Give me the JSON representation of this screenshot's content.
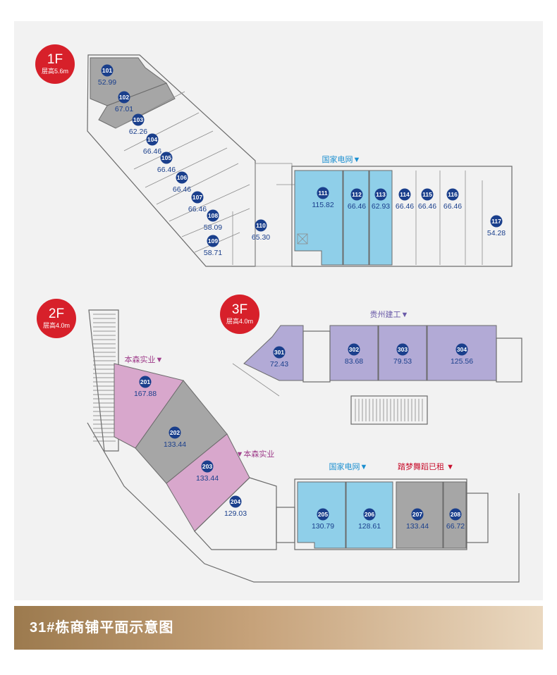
{
  "footer": {
    "title": "31#栋商铺平面示意图"
  },
  "floors": {
    "1F": {
      "label": "1F",
      "height": "层高5.6m"
    },
    "2F": {
      "label": "2F",
      "height": "层高4.0m"
    },
    "3F": {
      "label": "3F",
      "height": "层高4.0m"
    }
  },
  "tags": {
    "grid_1f": "国家电网▼",
    "grid_2f": "国家电网▼",
    "guizhou_3f": "贵州建工▼",
    "bensen_201": "本森实业▼",
    "bensen_203": "▼本森实业",
    "tamei_207": "踏梦舞蹈已租 ▼"
  },
  "colors": {
    "leased_blue": "#8fcfe9",
    "leased_gray": "#a6a6a6",
    "leased_pink": "#d8a7cc",
    "leased_purple": "#b2aad6",
    "badge_red": "#d7202a",
    "label_blue": "#1a3f8c",
    "tag_blue": "#1a8fd0",
    "tag_purple": "#a0408c",
    "tag_red": "#c8102e",
    "tag_violet": "#6a5aa8"
  },
  "shops": {
    "s101": {
      "no": "101",
      "area": "52.99",
      "status": "gray"
    },
    "s102": {
      "no": "102",
      "area": "67.01",
      "status": "gray"
    },
    "s103": {
      "no": "103",
      "area": "62.26",
      "status": "none"
    },
    "s104": {
      "no": "104",
      "area": "66.46",
      "status": "none"
    },
    "s105": {
      "no": "105",
      "area": "66.46",
      "status": "none"
    },
    "s106": {
      "no": "106",
      "area": "66.46",
      "status": "none"
    },
    "s107": {
      "no": "107",
      "area": "66.46",
      "status": "none"
    },
    "s108": {
      "no": "108",
      "area": "58.09",
      "status": "none"
    },
    "s109": {
      "no": "109",
      "area": "58.71",
      "status": "none"
    },
    "s110": {
      "no": "110",
      "area": "65.30",
      "status": "none"
    },
    "s111": {
      "no": "111",
      "area": "115.82",
      "status": "blue"
    },
    "s112": {
      "no": "112",
      "area": "66.46",
      "status": "blue"
    },
    "s113": {
      "no": "113",
      "area": "62.93",
      "status": "blue"
    },
    "s114": {
      "no": "114",
      "area": "66.46",
      "status": "none"
    },
    "s115": {
      "no": "115",
      "area": "66.46",
      "status": "none"
    },
    "s116": {
      "no": "116",
      "area": "66.46",
      "status": "none"
    },
    "s117": {
      "no": "117",
      "area": "54.28",
      "status": "none"
    },
    "s201": {
      "no": "201",
      "area": "167.88",
      "status": "pink"
    },
    "s202": {
      "no": "202",
      "area": "133.44",
      "status": "gray"
    },
    "s203": {
      "no": "203",
      "area": "133.44",
      "status": "pink"
    },
    "s204": {
      "no": "204",
      "area": "129.03",
      "status": "none"
    },
    "s205": {
      "no": "205",
      "area": "130.79",
      "status": "blue"
    },
    "s206": {
      "no": "206",
      "area": "128.61",
      "status": "blue"
    },
    "s207": {
      "no": "207",
      "area": "133.44",
      "status": "gray"
    },
    "s208": {
      "no": "208",
      "area": "66.72",
      "status": "gray"
    },
    "s301": {
      "no": "301",
      "area": "72.43",
      "status": "purple"
    },
    "s302": {
      "no": "302",
      "area": "83.68",
      "status": "purple"
    },
    "s303": {
      "no": "303",
      "area": "79.53",
      "status": "purple"
    },
    "s304": {
      "no": "304",
      "area": "125.56",
      "status": "purple"
    }
  }
}
